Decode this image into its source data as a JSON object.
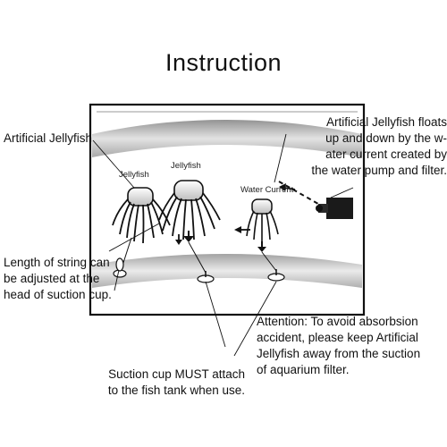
{
  "title": "Instruction",
  "diagram": {
    "tank_labels": {
      "jellyfish_left": "Jellyfish",
      "jellyfish_mid": "Jellyfish",
      "water_current": "Water Current"
    },
    "callouts": {
      "artificial_jellyfish": "Artificial Jellyfish",
      "floats": "Artificial Jellyfish floats\nup and down by the w-\nater current created by\nthe water pump and filter.",
      "string_length": "Length of string can\nbe adjusted at the\nhead of suction cup.",
      "attention": "Attention: To avoid absorbsion\naccident, please keep Artificial\nJellyfish away from the suction\nof aquarium filter.",
      "suction_cup": "Suction cup MUST attach\nto the fish tank when use."
    }
  }
}
